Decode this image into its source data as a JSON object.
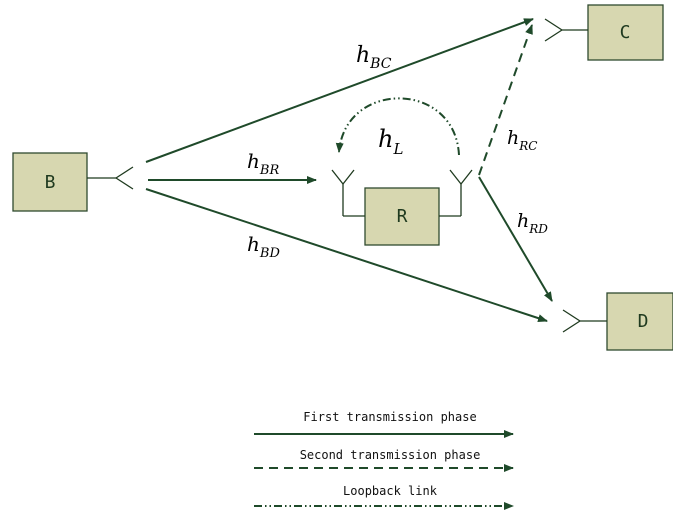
{
  "nodes": {
    "B": "B",
    "R": "R",
    "C": "C",
    "D": "D"
  },
  "channels": {
    "hBC": {
      "main": "h",
      "sub": "BC"
    },
    "hBR": {
      "main": "h",
      "sub": "BR"
    },
    "hBD": {
      "main": "h",
      "sub": "BD"
    },
    "hL": {
      "main": "h",
      "sub": "L"
    },
    "hRC": {
      "main": "h",
      "sub": "RC"
    },
    "hRD": {
      "main": "h",
      "sub": "RD"
    }
  },
  "legend": {
    "first": "First transmission phase",
    "second": "Second transmission phase",
    "loopback": "Loopback link"
  },
  "colors": {
    "link": "#1f4a2a",
    "node_fill": "#d7d7b0"
  }
}
